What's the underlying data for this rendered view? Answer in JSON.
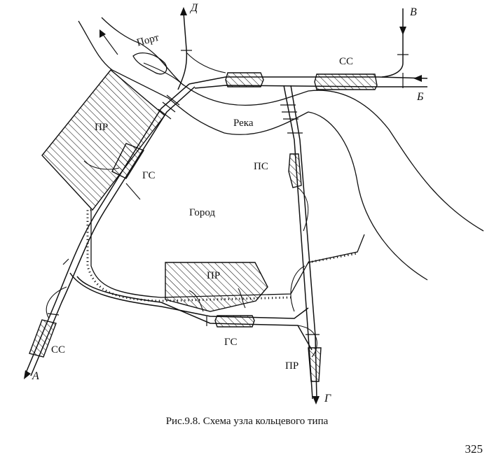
{
  "labels": {
    "port": "Порт",
    "river": "Река",
    "city": "Город",
    "pr_top": "ПР",
    "pr_center": "ПР",
    "pr_bottom": "ПР",
    "gs_left": "ГС",
    "gs_bottom": "ГС",
    "ss_top": "СС",
    "ss_left": "СС",
    "ps": "ПС"
  },
  "directions": {
    "a": "А",
    "b": "Б",
    "v": "В",
    "g": "Г",
    "d": "Д"
  },
  "caption": "Рис.9.8. Схема узла кольцевого типа",
  "page_number": "325"
}
